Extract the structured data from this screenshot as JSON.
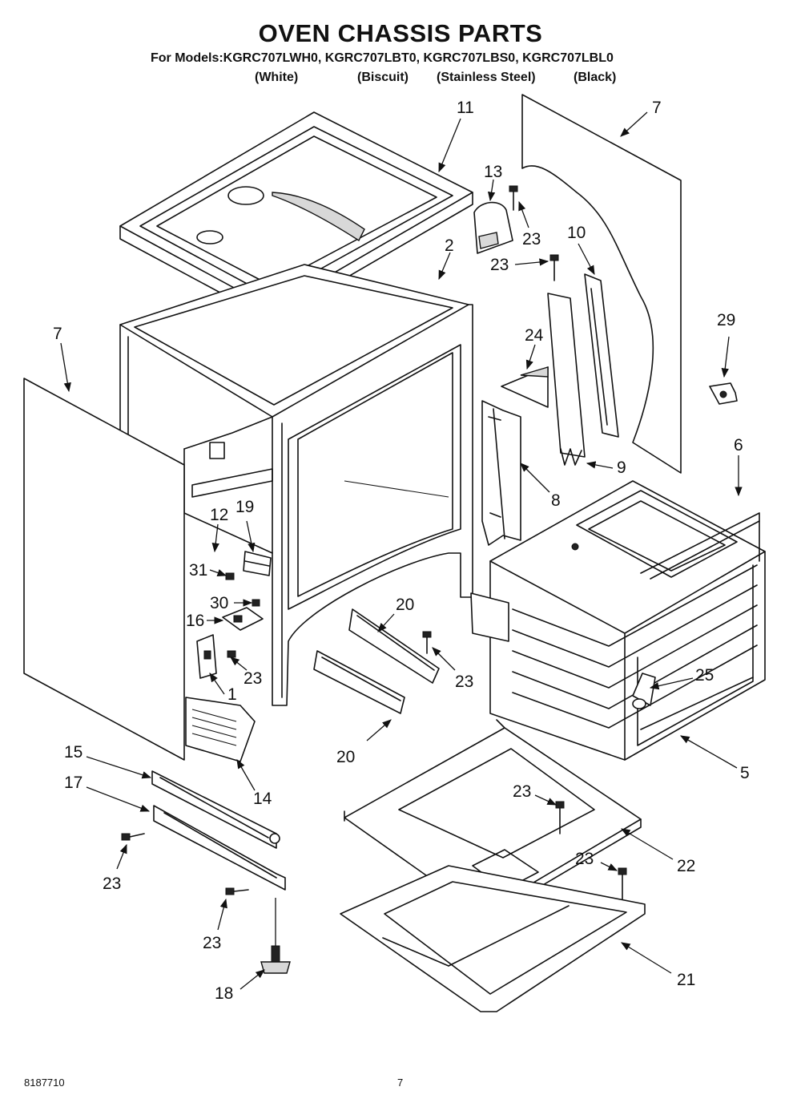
{
  "header": {
    "title": "OVEN CHASSIS PARTS",
    "models_line": "For Models:KGRC707LWH0, KGRC707LBT0, KGRC707LBS0, KGRC707LBL0",
    "variants": [
      "(White)",
      "(Biscuit)",
      "(Stainless Steel)",
      "(Black)"
    ]
  },
  "callouts": {
    "c11": "11",
    "c7a": "7",
    "c13": "13",
    "c23a": "23",
    "c23b": "23",
    "c10": "10",
    "c2": "2",
    "c7b": "7",
    "c29": "29",
    "c24": "24",
    "c9": "9",
    "c6": "6",
    "c8": "8",
    "c12": "12",
    "c19": "19",
    "c31": "31",
    "c30": "30",
    "c16": "16",
    "c23c": "23",
    "c1": "1",
    "c20a": "20",
    "c23d": "23",
    "c25": "25",
    "c20b": "20",
    "c5": "5",
    "c15": "15",
    "c14": "14",
    "c17": "17",
    "c23e": "23",
    "c22": "22",
    "c23f": "23",
    "c23g": "23",
    "c23h": "23",
    "c21": "21",
    "c18": "18"
  },
  "footer": {
    "doc_number": "8187710",
    "page": "7"
  }
}
